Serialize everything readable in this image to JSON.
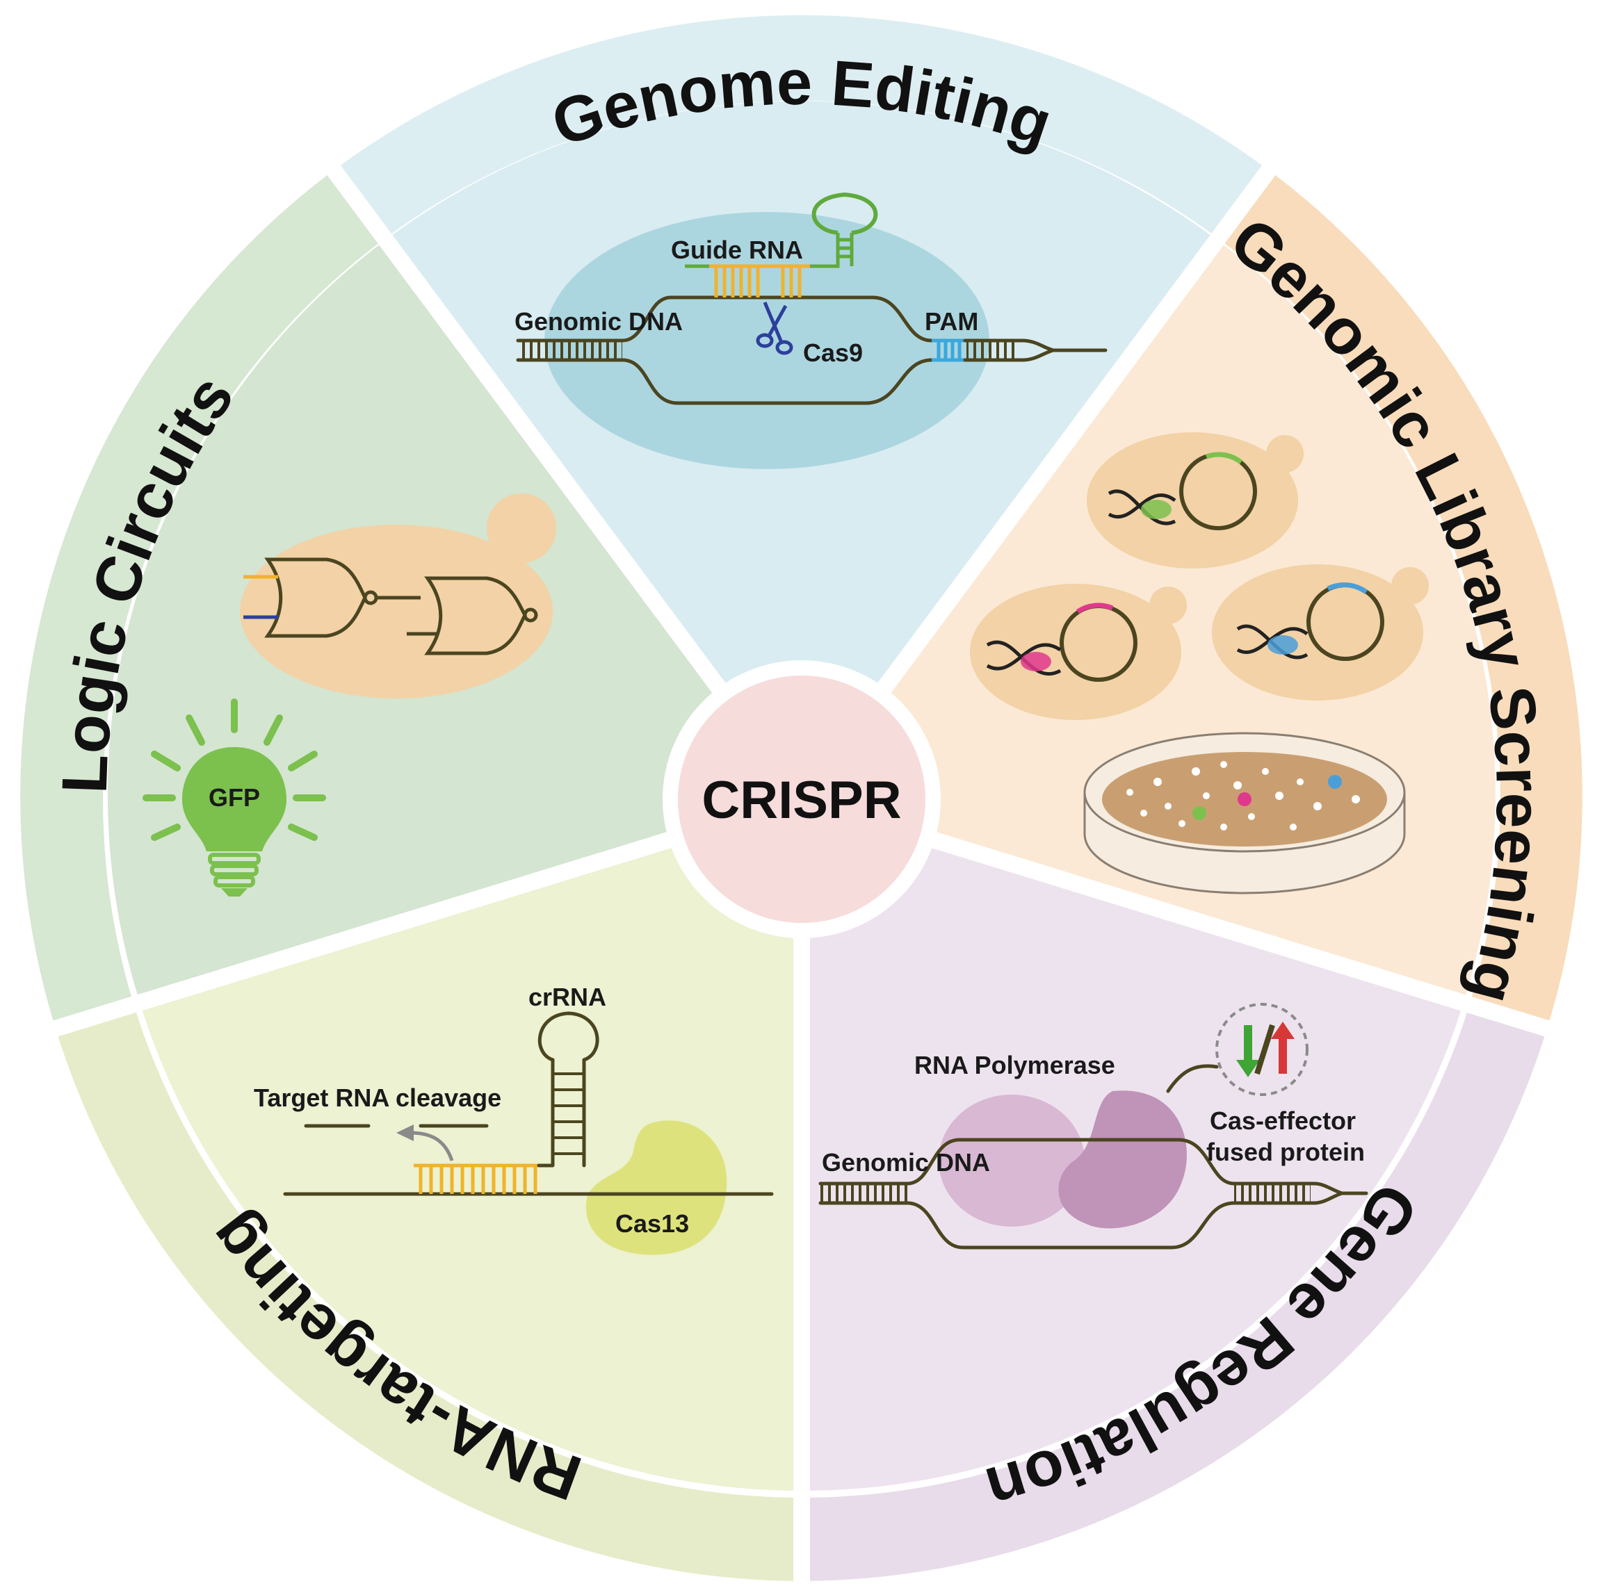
{
  "center": {
    "label": "CRISPR"
  },
  "sections": {
    "genome_editing": {
      "title": "Genome Editing",
      "labels": {
        "guide_rna": "Guide RNA",
        "genomic_dna": "Genomic DNA",
        "pam": "PAM",
        "cas9": "Cas9"
      }
    },
    "genomic_library_screening": {
      "title": "Genomic Library Screening"
    },
    "gene_regulation": {
      "title": "Gene Regulation",
      "labels": {
        "rna_polymerase": "RNA Polymerase",
        "genomic_dna": "Genomic DNA",
        "cas_effector_1": "Cas-effector",
        "cas_effector_2": "fused protein"
      }
    },
    "rna_targeting": {
      "title": "RNA-targeting",
      "labels": {
        "crrna": "crRNA",
        "target_rna_cleavage": "Target RNA cleavage",
        "cas13": "Cas13"
      }
    },
    "logic_circuits": {
      "title": "Logic Circuits",
      "labels": {
        "gfp": "GFP"
      }
    }
  },
  "colors": {
    "outer_genome_editing": "#ddeef2",
    "inner_genome_editing": "#d9ecf1",
    "cell_genome_editing": "#acd6df",
    "outer_library": "#f8dcbb",
    "inner_library": "#fbe9d5",
    "outer_regulation": "#e8dcea",
    "inner_regulation": "#ede3ee",
    "outer_rna": "#e6ecc9",
    "inner_rna": "#ecf2d2",
    "outer_logic": "#d6e7d2",
    "inner_logic": "#d4e5d1",
    "center": "#f7dcdc",
    "dna": "#4b4520",
    "guide_yellow": "#f0b32a",
    "guide_green": "#5faa3c",
    "pam_blue": "#3aa8dd",
    "cas9_blue": "#2c3f9c",
    "gfp_green": "#7cc04e",
    "magenta": "#e0388c",
    "blue": "#4a9fd8",
    "down_arrow": "#3fa535",
    "up_arrow": "#d63838",
    "cas13": "#dde27c",
    "polymerase_light": "#d9b8d4",
    "polymerase_dark": "#c093b8"
  }
}
